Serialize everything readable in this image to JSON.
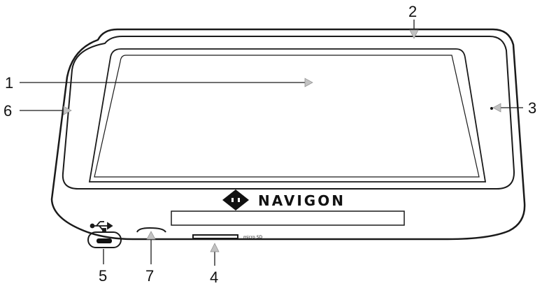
{
  "device": {
    "brand": "NAVIGON",
    "slot_label": "micro SD",
    "usb_symbol": "usb-icon",
    "logo_icon": "navigon-diamond-icon"
  },
  "callouts": [
    {
      "id": "1",
      "label": "1"
    },
    {
      "id": "2",
      "label": "2"
    },
    {
      "id": "3",
      "label": "3"
    },
    {
      "id": "4",
      "label": "4"
    },
    {
      "id": "5",
      "label": "5"
    },
    {
      "id": "6",
      "label": "6"
    },
    {
      "id": "7",
      "label": "7"
    }
  ],
  "colors": {
    "line": "#1a1a1a",
    "arrow": "#b5b5b5",
    "background": "#ffffff"
  }
}
